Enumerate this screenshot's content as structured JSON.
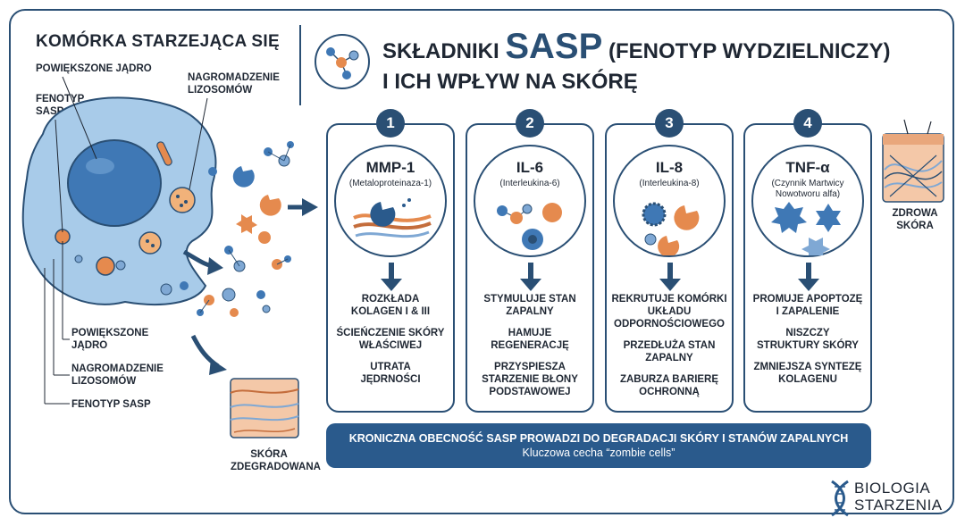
{
  "left": {
    "title": "KOMÓRKA STARZEJĄCA SIĘ",
    "labels": {
      "nucleus_top": "POWIĘKSZONE JĄDRO",
      "sasp_top": "FENOTYP\nSASP",
      "lysosome_top": "NAGROMADZENIE\nLIZOSOMÓW",
      "nucleus_bottom": "POWIĘKSZONE\nJĄDRO",
      "lysosome_bottom": "NAGROMADZENIE\nLIZOSOMÓW",
      "sasp_bottom": "FENOTYP SASP"
    },
    "degraded_skin": "SKÓRA\nZDEGRADOWANA"
  },
  "header": {
    "title_prefix": "SKŁADNIKI",
    "title_big": "SASP",
    "title_suffix": "(FENOTYP WYDZIELNICZY)",
    "title_line2": "I ICH WPŁYW NA SKÓRĘ"
  },
  "cards": [
    {
      "num": "1",
      "name": "MMP-1",
      "sub": "(Metaloproteinaza-1)",
      "effects": [
        "ROZKŁADA\nKOLAGEN I & III",
        "ŚCIEŃCZENIE SKÓRY\nWŁAŚCIWEJ",
        "UTRATA\nJĘDRNOŚCI"
      ]
    },
    {
      "num": "2",
      "name": "IL-6",
      "sub": "(Interleukina-6)",
      "effects": [
        "STYMULUJE STAN\nZAPALNY",
        "HAMUJE\nREGENERACJĘ",
        "PRZYSPIESZA\nSTARZENIE BŁONY\nPODSTAWOWEJ"
      ]
    },
    {
      "num": "3",
      "name": "IL-8",
      "sub": "(Interleukina-8)",
      "effects": [
        "REKRUTUJE KOMÓRKI\nUKŁADU\nODPORNOŚCIOWEGO",
        "PRZEDŁUŻA STAN\nZAPALNY",
        "ZABURZA BARIERĘ\nOCHRONNĄ"
      ]
    },
    {
      "num": "4",
      "name": "TNF-α",
      "sub": "(Czynnik Martwicy\nNowotworu alfa)",
      "effects": [
        "PROMUJE APOPTOZĘ\nI ZAPALENIE",
        "NISZCZY\nSTRUKTURY SKÓRY",
        "ZMNIEJSZA SYNTEZĘ\nKOLAGENU"
      ]
    }
  ],
  "healthy_skin": "ZDROWA\nSKÓRA",
  "banner": {
    "line1": "KRONICZNA OBECNOŚĆ SASP PROWADZI DO DEGRADACJI SKÓRY I STANÓW ZAPALNYCH",
    "line2": "Kluczowa cecha “zombie cells”"
  },
  "logo": {
    "line1": "BIOLOGIA",
    "line2": "STARZENIA"
  },
  "colors": {
    "navy": "#2a4f74",
    "cell_blue": "#9cc3e6",
    "orange": "#e58a4e",
    "banner": "#2a5a8c"
  }
}
